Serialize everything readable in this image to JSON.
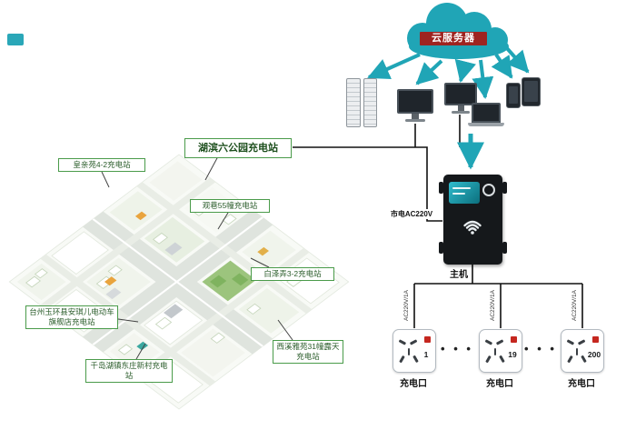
{
  "cloud": {
    "label": "云服务器"
  },
  "connections": {
    "mains_label": "市电AC220V",
    "host_label": "主机",
    "port_line_label": "AC220V/1A",
    "separator_dots": "• • •"
  },
  "ports": [
    {
      "number": "1",
      "label": "充电口"
    },
    {
      "number": "19",
      "label": "充电口"
    },
    {
      "number": "200",
      "label": "充电口"
    }
  ],
  "map": {
    "stations": [
      {
        "label": "湖滨六公园充电站"
      },
      {
        "label": "皇亲苑4-2充电站"
      },
      {
        "label": "观巷55幢充电站"
      },
      {
        "label": "白泽弄3-2充电站"
      },
      {
        "label": "台州玉环县安琪儿电动车旗舰店充电站"
      },
      {
        "label": "西溪雅苑31幢露天充电站"
      },
      {
        "label": "千岛湖镇东庄新村充电站"
      }
    ]
  },
  "colors": {
    "teal": "#20a5b6",
    "station_border_green": "#4a9b4a",
    "cloud_label_bg": "#9e2420"
  }
}
